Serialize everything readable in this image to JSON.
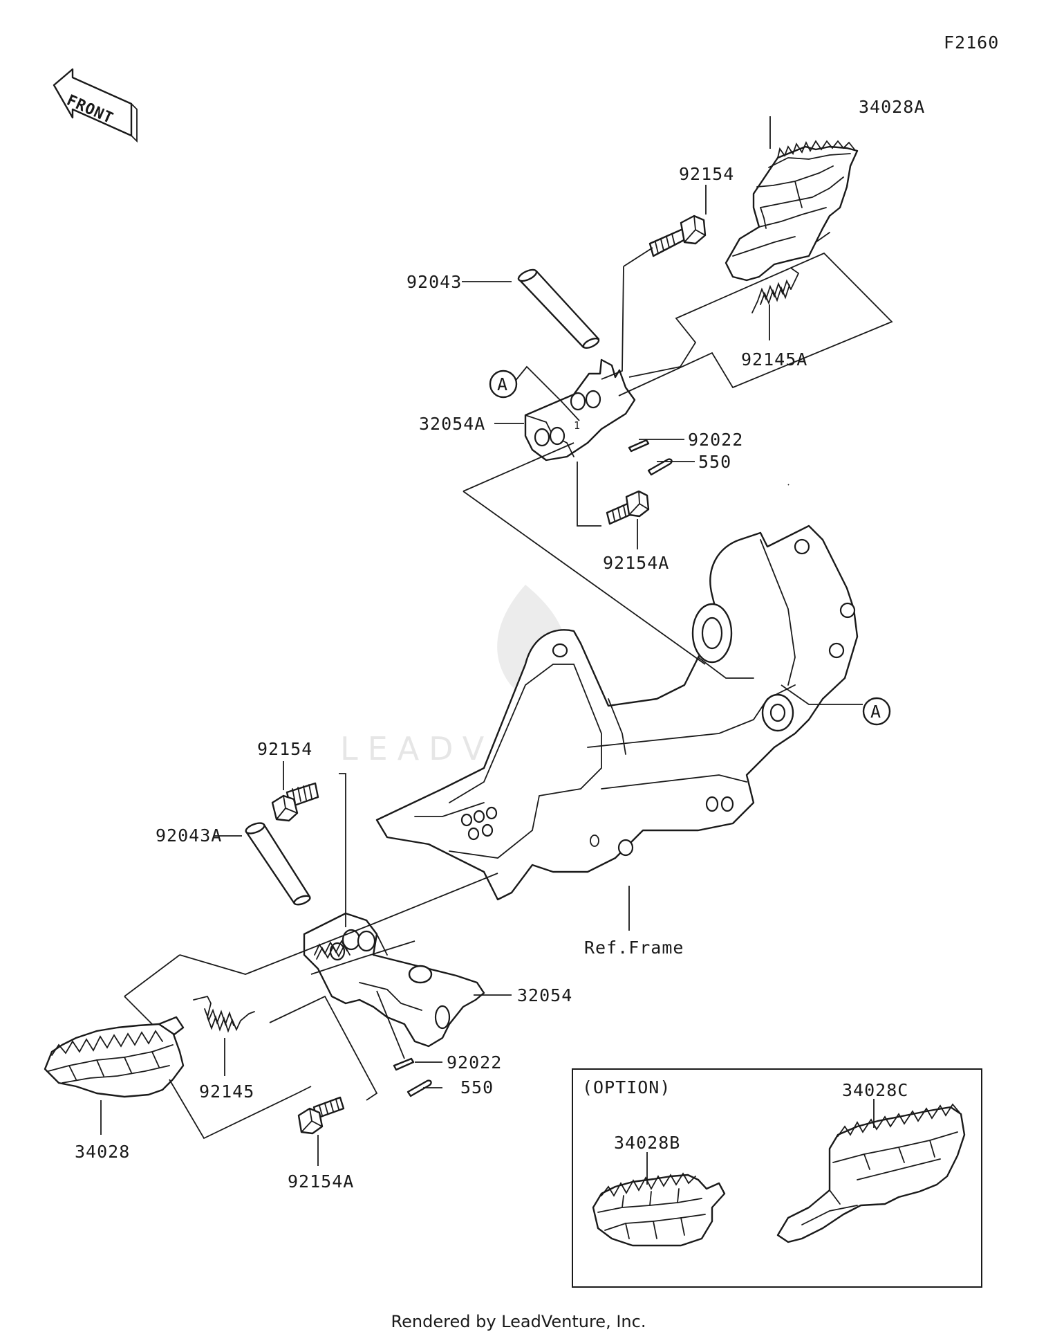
{
  "figure_code": "F2160",
  "front_arrow_text": "FRONT",
  "reference_marker": "A",
  "option_box_title": "(OPTION)",
  "footer": "Rendered by LeadVenture, Inc.",
  "watermark": "LEADVENTURE",
  "labels": {
    "p34028A": "34028A",
    "p92154_top": "92154",
    "p92043": "92043",
    "p92145A": "92145A",
    "p32054A": "32054A",
    "p92022_top": "92022",
    "p550_top": "550",
    "p92154A_top": "92154A",
    "p92154_left": "92154",
    "p92043A": "92043A",
    "ref_frame": "Ref.Frame",
    "p32054": "32054",
    "p92022_low": "92022",
    "p550_low": "550",
    "p92145": "92145",
    "p34028": "34028",
    "p92154A_low": "92154A",
    "p34028C": "34028C",
    "p34028B": "34028B"
  }
}
